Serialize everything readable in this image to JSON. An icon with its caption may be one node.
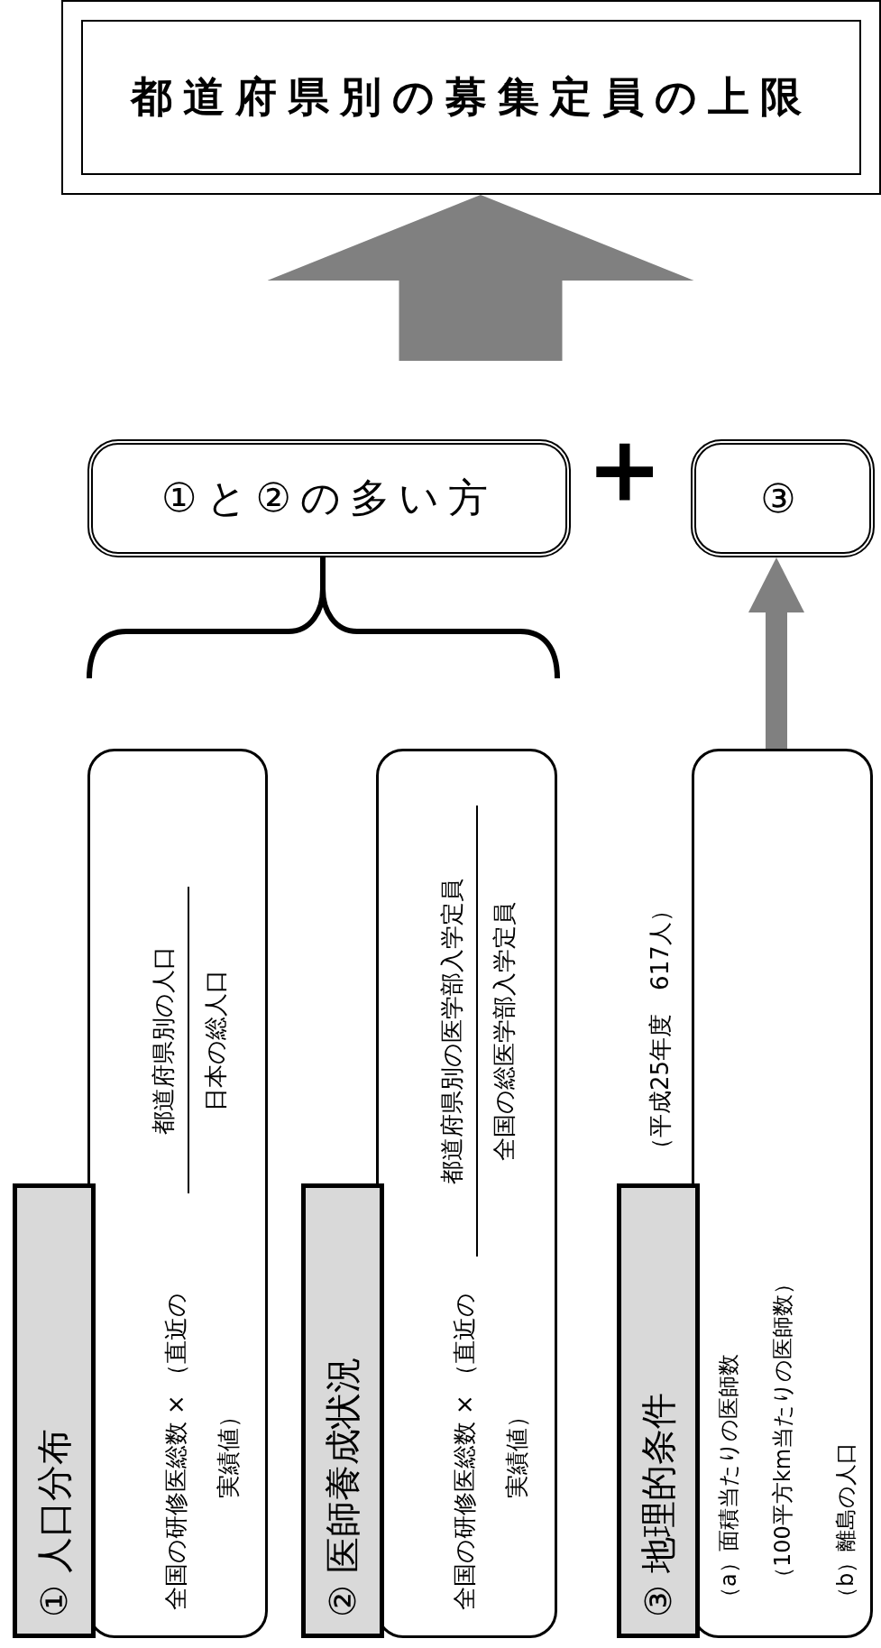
{
  "diagram": {
    "nodes": [
      {
        "text": [
          "① 人口分布",
          "全国の研修医総数 × （直近の実績値）",
          "都道府県別の人口",
          "日本の総人口"
        ]
      },
      {
        "text": [
          "② 医師養成状況",
          "全国の研修医総数 × （直近の実績値）",
          "都道府県別の医学部入学定員",
          "全国の総医学部入学定員"
        ]
      },
      {
        "text": [
          "③ 地理的条件",
          "（a）面積当たりの医師数",
          "（100平方km当たりの医師数）",
          "（b）離島の人口"
        ],
        "beside": [
          "（平成25年度　617人）"
        ]
      },
      {
        "text": [
          "①と②の多い方"
        ]
      },
      {
        "text": [
          "③"
        ]
      },
      {
        "text": [
          "都道府県別の募集定員の上限"
        ]
      }
    ],
    "edges": [
      {
        "from": 0,
        "to": 3,
        "arrow": "none",
        "color": "#000000"
      },
      {
        "from": 1,
        "to": 3,
        "arrow": "none",
        "color": "#000000"
      },
      {
        "from": 2,
        "to": 4,
        "arrow": "to",
        "style": "thick",
        "color": "#808080"
      },
      {
        "from": null,
        "to": 5,
        "arrow": "to",
        "style": "thick",
        "color": "#808080"
      }
    ],
    "labels": [
      "+"
    ]
  }
}
